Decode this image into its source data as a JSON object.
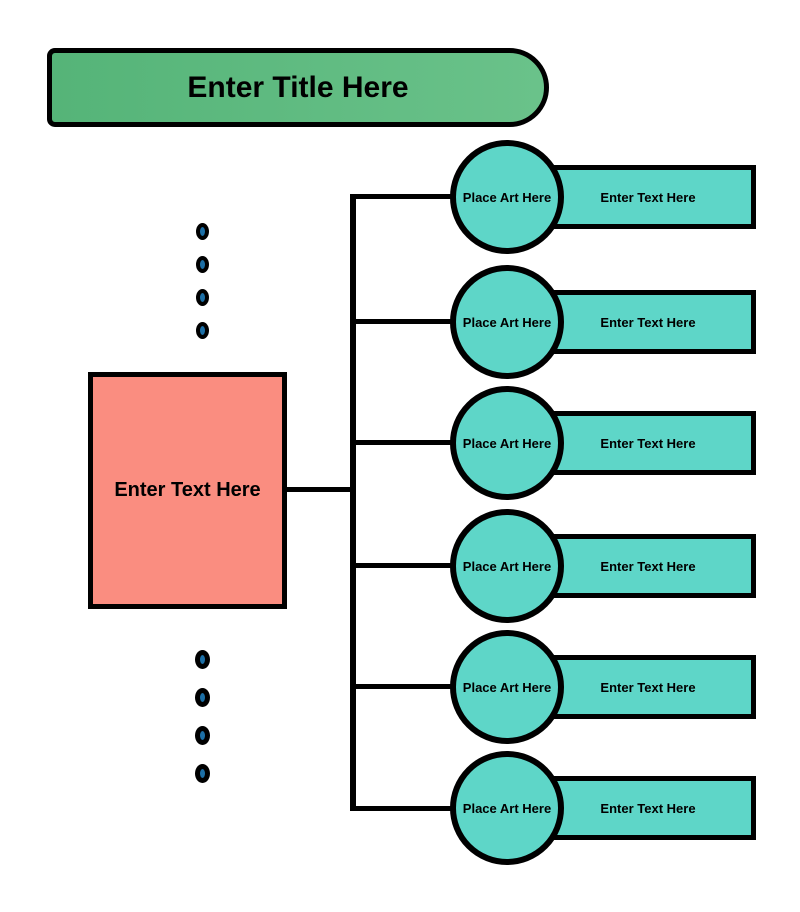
{
  "diagram": {
    "title": "Enter Title Here",
    "center_label": "Enter Text Here",
    "rows": [
      {
        "circle": "Place Art Here",
        "text": "Enter Text Here"
      },
      {
        "circle": "Place Art Here",
        "text": "Enter Text Here"
      },
      {
        "circle": "Place Art Here",
        "text": "Enter Text Here"
      },
      {
        "circle": "Place Art Here",
        "text": "Enter Text Here"
      },
      {
        "circle": "Place Art Here",
        "text": "Enter Text Here"
      },
      {
        "circle": "Place Art Here",
        "text": "Enter Text Here"
      }
    ]
  },
  "colors": {
    "title-green-start": "#55b478",
    "title-green-end": "#6ac28a",
    "teal": "#5ed6c8",
    "pink": "#fa8d80",
    "dot-blue": "#1c6fa6",
    "stroke": "#000000"
  }
}
